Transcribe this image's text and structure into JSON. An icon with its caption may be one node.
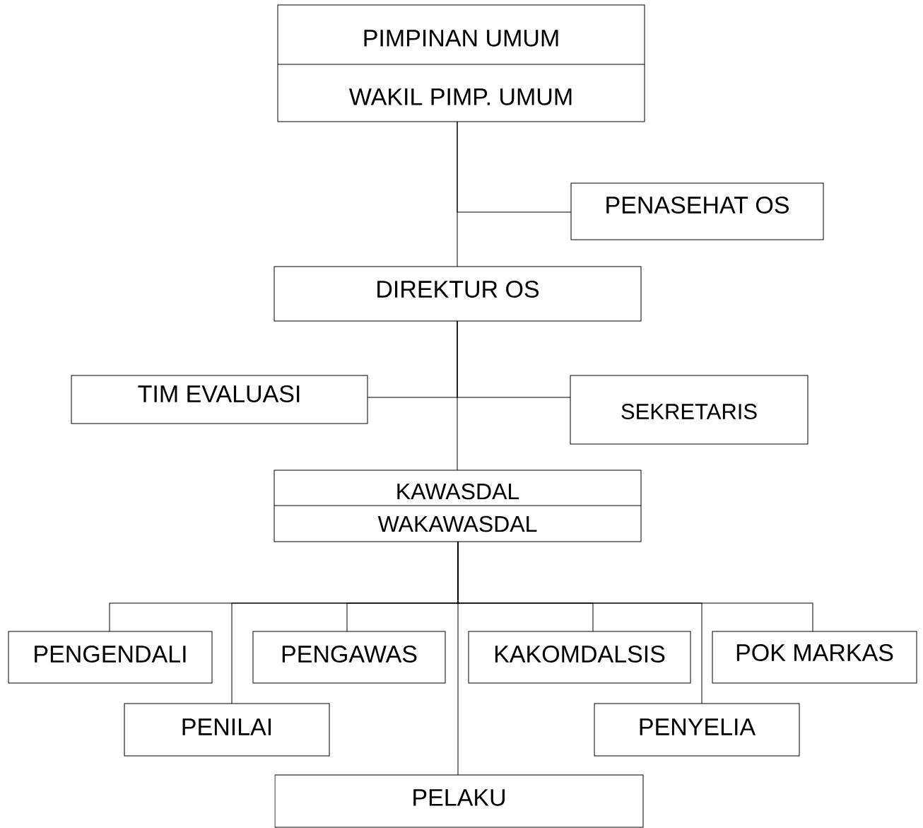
{
  "diagram": {
    "nodes": [
      {
        "text": [
          "PIMPINAN UMUM",
          "WAKIL PIMP. UMUM"
        ]
      },
      {
        "text": [
          "PENASEHAT OS"
        ]
      },
      {
        "text": [
          "DIREKTUR OS"
        ]
      },
      {
        "text": [
          "TIM EVALUASI"
        ]
      },
      {
        "text": [
          "SEKRETARIS"
        ]
      },
      {
        "text": [
          "KAWASDAL",
          "WAKAWASDAL"
        ]
      },
      {
        "text": [
          "PENGENDALI"
        ]
      },
      {
        "text": [
          "PENGAWAS"
        ]
      },
      {
        "text": [
          "KAKOMDALSIS"
        ]
      },
      {
        "text": [
          "POK MARKAS"
        ]
      },
      {
        "text": [
          "PENILAI"
        ]
      },
      {
        "text": [
          "PENYELIA"
        ]
      },
      {
        "text": [
          "PELAKU"
        ]
      }
    ],
    "edges": [
      {
        "from": 0,
        "to": 2,
        "arrow": "none"
      },
      {
        "from": 0,
        "to": 1,
        "arrow": "none"
      },
      {
        "from": 2,
        "to": 3,
        "arrow": "none"
      },
      {
        "from": 2,
        "to": 4,
        "arrow": "none"
      },
      {
        "from": 2,
        "to": 5,
        "arrow": "none"
      },
      {
        "from": 5,
        "to": 6,
        "arrow": "none"
      },
      {
        "from": 5,
        "to": 10,
        "arrow": "none"
      },
      {
        "from": 5,
        "to": 7,
        "arrow": "none"
      },
      {
        "from": 5,
        "to": 12,
        "arrow": "none"
      },
      {
        "from": 5,
        "to": 8,
        "arrow": "none"
      },
      {
        "from": 5,
        "to": 11,
        "arrow": "none"
      },
      {
        "from": 5,
        "to": 9,
        "arrow": "none"
      }
    ]
  }
}
